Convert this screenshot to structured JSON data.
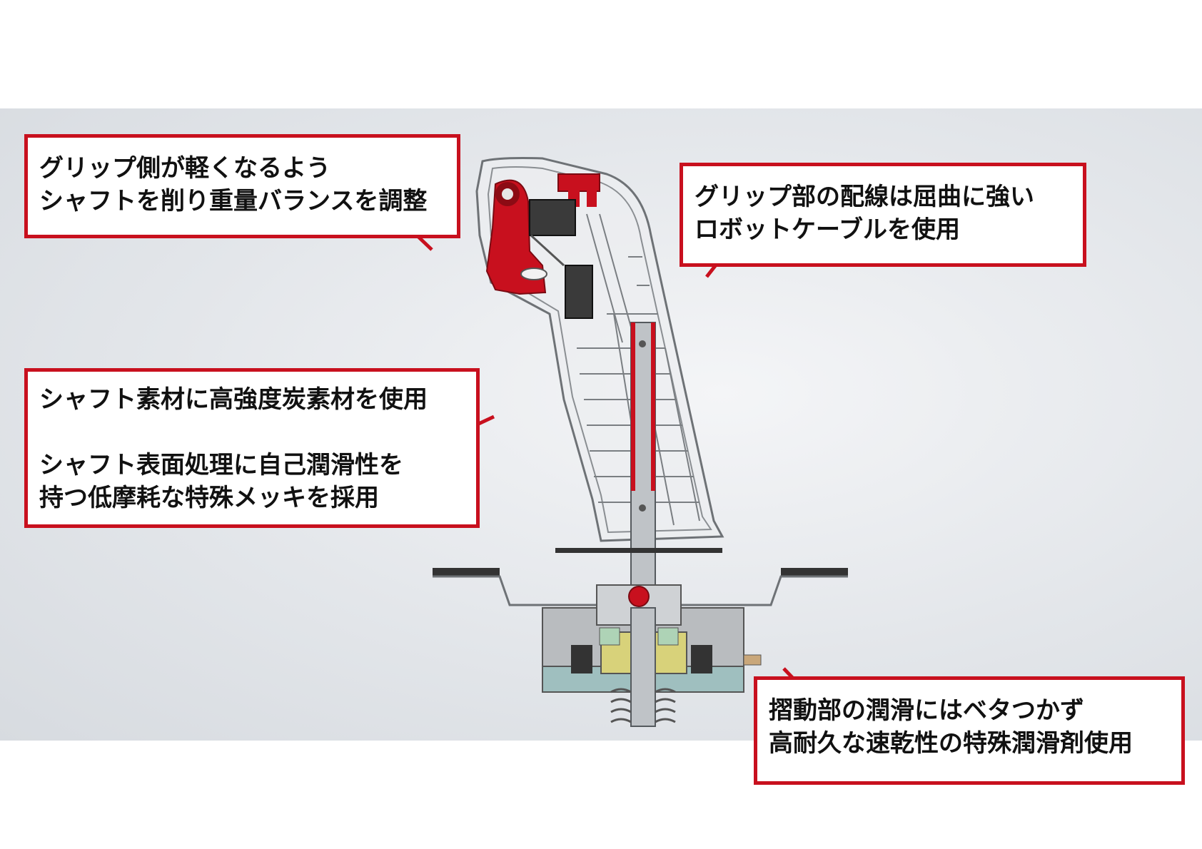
{
  "callouts": {
    "grip_side": {
      "lines": [
        "グリップ側が軽くなるよう",
        "シャフトを削り重量バランスを調整"
      ]
    },
    "grip_wiring": {
      "lines": [
        "グリップ部の配線は屈曲に強い",
        "ロボットケーブルを使用"
      ]
    },
    "shaft_material": {
      "lines": [
        "シャフト素材に高強度炭素材を使用",
        "シャフト表面処理に自己潤滑性を",
        "持つ低摩耗な特殊メッキを採用"
      ]
    },
    "sliding_lubrication": {
      "lines": [
        "摺動部の潤滑にはベタつかず",
        "高耐久な速乾性の特殊潤滑剤使用"
      ]
    }
  },
  "colors": {
    "accent": "#c8101e",
    "trigger": "#c8101e",
    "shaft": "#bfc3c7",
    "grip_outline": "#6e7276",
    "bushing": "#d8d27a",
    "base_teal": "#9fbfbf",
    "coupling": "#aed3b6"
  }
}
